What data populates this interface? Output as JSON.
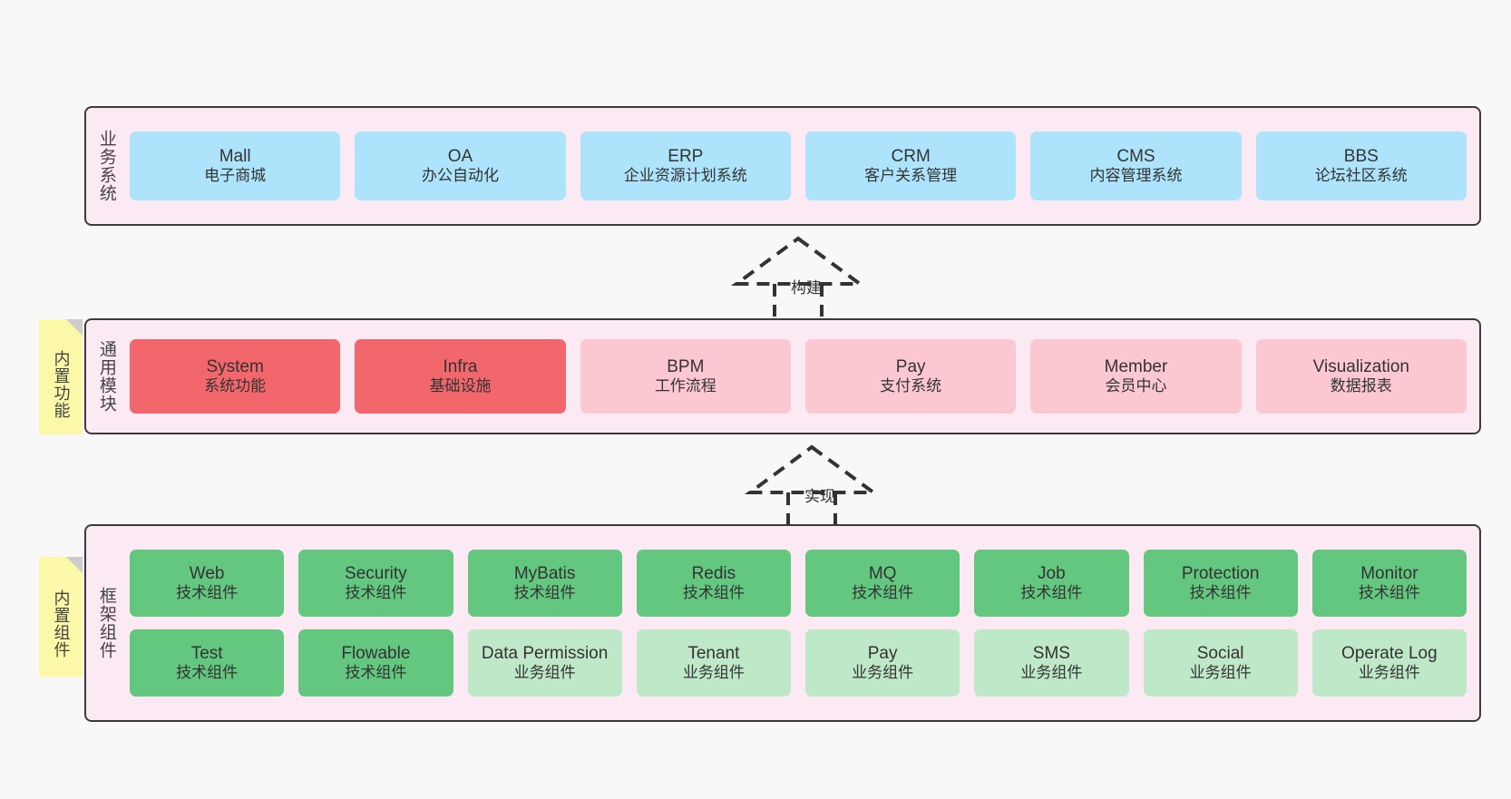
{
  "theme": {
    "background": "#f8f8f8",
    "band_fill": "#fbeaf4",
    "band_stroke": "#3b3b3b",
    "sticky_fill": "#fbf8a8",
    "sticky_fold": "#cccccc",
    "blue": "#ade4fb",
    "red": "#f2676b",
    "pink": "#fbc8d2",
    "green": "#63c780",
    "green_light": "#bfe8c8",
    "text": "#333333"
  },
  "layers": {
    "business": {
      "label": "业务系统",
      "cards": [
        {
          "title": "Mall",
          "subtitle": "电子商城",
          "color": "blue"
        },
        {
          "title": "OA",
          "subtitle": "办公自动化",
          "color": "blue"
        },
        {
          "title": "ERP",
          "subtitle": "企业资源计划系统",
          "color": "blue"
        },
        {
          "title": "CRM",
          "subtitle": "客户关系管理",
          "color": "blue"
        },
        {
          "title": "CMS",
          "subtitle": "内容管理系统",
          "color": "blue"
        },
        {
          "title": "BBS",
          "subtitle": "论坛社区系统",
          "color": "blue"
        }
      ]
    },
    "common": {
      "label": "通用模块",
      "sticky": "内置功能",
      "cards": [
        {
          "title": "System",
          "subtitle": "系统功能",
          "color": "red"
        },
        {
          "title": "Infra",
          "subtitle": "基础设施",
          "color": "red"
        },
        {
          "title": "BPM",
          "subtitle": "工作流程",
          "color": "pink"
        },
        {
          "title": "Pay",
          "subtitle": "支付系统",
          "color": "pink"
        },
        {
          "title": "Member",
          "subtitle": "会员中心",
          "color": "pink"
        },
        {
          "title": "Visualization",
          "subtitle": "数据报表",
          "color": "pink"
        }
      ]
    },
    "framework": {
      "label": "框架组件",
      "sticky": "内置组件",
      "row1": [
        {
          "title": "Web",
          "subtitle": "技术组件",
          "color": "green"
        },
        {
          "title": "Security",
          "subtitle": "技术组件",
          "color": "green"
        },
        {
          "title": "MyBatis",
          "subtitle": "技术组件",
          "color": "green"
        },
        {
          "title": "Redis",
          "subtitle": "技术组件",
          "color": "green"
        },
        {
          "title": "MQ",
          "subtitle": "技术组件",
          "color": "green"
        },
        {
          "title": "Job",
          "subtitle": "技术组件",
          "color": "green"
        },
        {
          "title": "Protection",
          "subtitle": "技术组件",
          "color": "green"
        },
        {
          "title": "Monitor",
          "subtitle": "技术组件",
          "color": "green"
        }
      ],
      "row2": [
        {
          "title": "Test",
          "subtitle": "技术组件",
          "color": "green"
        },
        {
          "title": "Flowable",
          "subtitle": "技术组件",
          "color": "green"
        },
        {
          "title": "Data Permission",
          "subtitle": "业务组件",
          "color": "green_light"
        },
        {
          "title": "Tenant",
          "subtitle": "业务组件",
          "color": "green_light"
        },
        {
          "title": "Pay",
          "subtitle": "业务组件",
          "color": "green_light"
        },
        {
          "title": "SMS",
          "subtitle": "业务组件",
          "color": "green_light"
        },
        {
          "title": "Social",
          "subtitle": "业务组件",
          "color": "green_light"
        },
        {
          "title": "Operate Log",
          "subtitle": "业务组件",
          "color": "green_light"
        }
      ]
    }
  },
  "connectors": [
    {
      "label": "构建",
      "from": "common",
      "to": "business"
    },
    {
      "label": "实现",
      "from": "framework",
      "to": "common"
    }
  ]
}
